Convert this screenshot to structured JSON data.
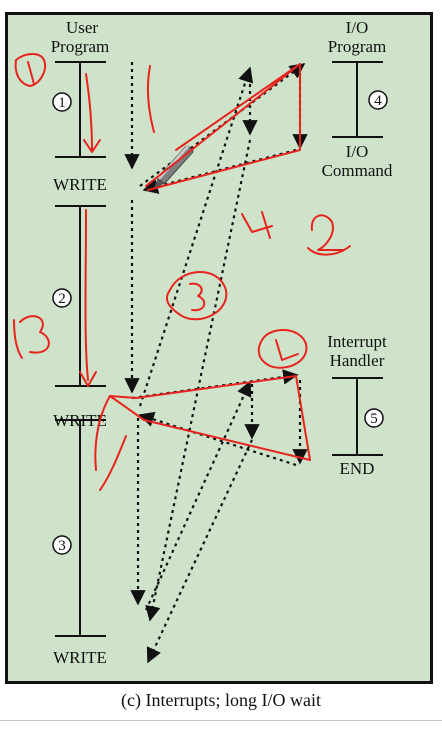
{
  "labels": {
    "user_program_line1": "User",
    "user_program_line2": "Program",
    "io_program_line1": "I/O",
    "io_program_line2": "Program",
    "io_command_line1": "I/O",
    "io_command_line2": "Command",
    "write_1": "WRITE",
    "write_2": "WRITE",
    "write_3": "WRITE",
    "interrupt_handler_line1": "Interrupt",
    "interrupt_handler_line2": "Handler",
    "end": "END"
  },
  "markers": {
    "m1": "1",
    "m2": "2",
    "m3": "3",
    "m4": "4",
    "m5": "5"
  },
  "annotations": {
    "ink_color": "#e8231e",
    "handwritten": [
      "1",
      "2",
      "3",
      "3",
      "4",
      "4"
    ]
  },
  "caption": "(c) Interrupts; long I/O wait"
}
